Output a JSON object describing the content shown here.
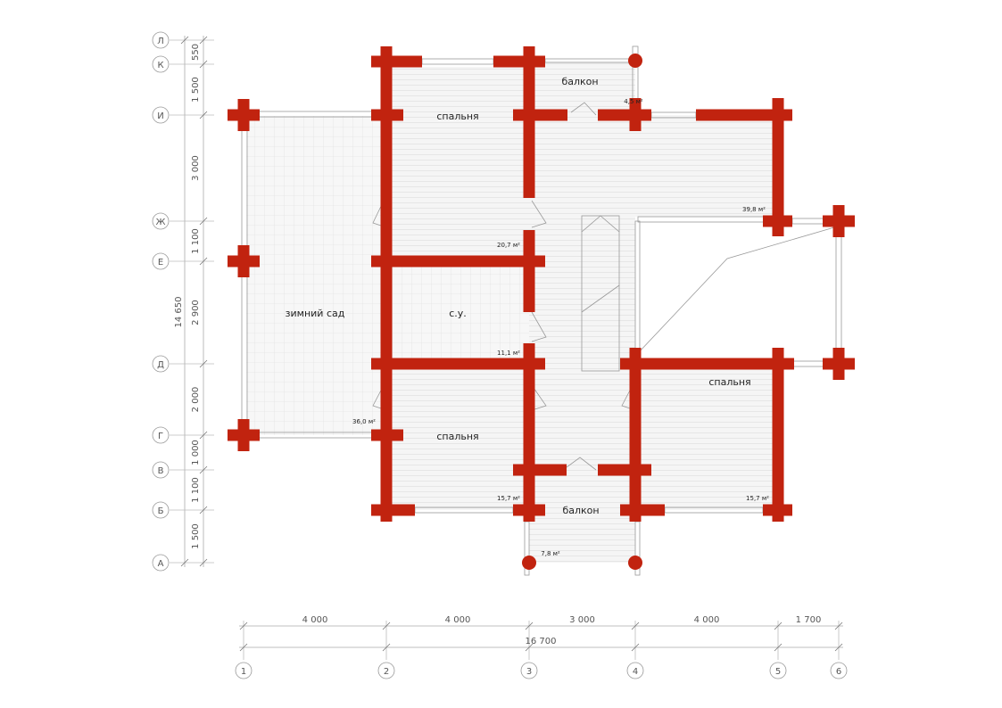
{
  "colors": {
    "wall": "#c1230f",
    "floor": "#f3f3f3",
    "line": "#999999"
  },
  "rooms": [
    {
      "label": "балкон",
      "area": "4,5 м²"
    },
    {
      "label": "спальня",
      "area": "20,7 м²"
    },
    {
      "label": "",
      "area": "39,8 м²"
    },
    {
      "label": "с.у.",
      "area": "11,1 м²"
    },
    {
      "label": "зимний сад",
      "area": "36,0 м²"
    },
    {
      "label": "спальня",
      "area": "15,7 м²"
    },
    {
      "label": "спальня",
      "area": "15,7 м²"
    },
    {
      "label": "балкон",
      "area": "7,8 м²"
    }
  ],
  "axes_vertical": [
    "1",
    "2",
    "3",
    "4",
    "5",
    "6"
  ],
  "axes_horizontal": [
    "Л",
    "К",
    "И",
    "Ж",
    "Е",
    "Д",
    "Г",
    "В",
    "Б",
    "А"
  ],
  "dims_bottom": [
    "4 000",
    "4 000",
    "3 000",
    "4 000",
    "1 700"
  ],
  "dim_bottom_total": "16 700",
  "dims_left": [
    "550",
    "1 500",
    "3 000",
    "1 100",
    "2 900",
    "2 000",
    "1 000",
    "1 100",
    "1 500"
  ],
  "dim_left_total": "14 650"
}
